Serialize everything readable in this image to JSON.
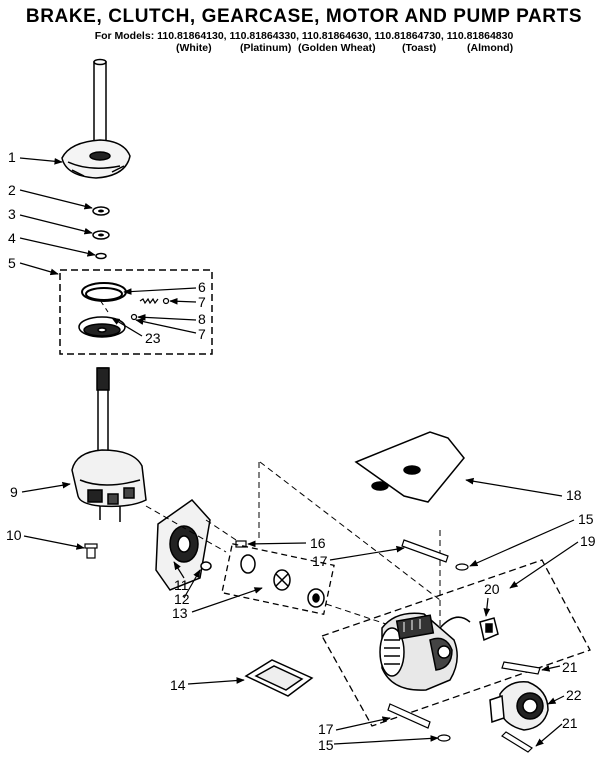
{
  "header": {
    "title": "BRAKE, CLUTCH, GEARCASE, MOTOR AND PUMP PARTS",
    "models_line": "For Models: 110.81864130, 110.81864330, 110.81864630, 110.81864730, 110.81864830",
    "colors": [
      "(White)",
      "(Platinum)",
      "(Golden Wheat)",
      "(Toast)",
      "(Almond)"
    ]
  },
  "callouts": {
    "c1": "1",
    "c2": "2",
    "c3": "3",
    "c4": "4",
    "c5": "5",
    "c6": "6",
    "c7a": "7",
    "c8": "8",
    "c7b": "7",
    "c23": "23",
    "c9": "9",
    "c10": "10",
    "c11": "11",
    "c12": "12",
    "c13": "13",
    "c14": "14",
    "c15a": "15",
    "c15b": "15",
    "c16": "16",
    "c17a": "17",
    "c17b": "17",
    "c18": "18",
    "c19": "19",
    "c20": "20",
    "c21a": "21",
    "c21b": "21",
    "c22": "22"
  }
}
